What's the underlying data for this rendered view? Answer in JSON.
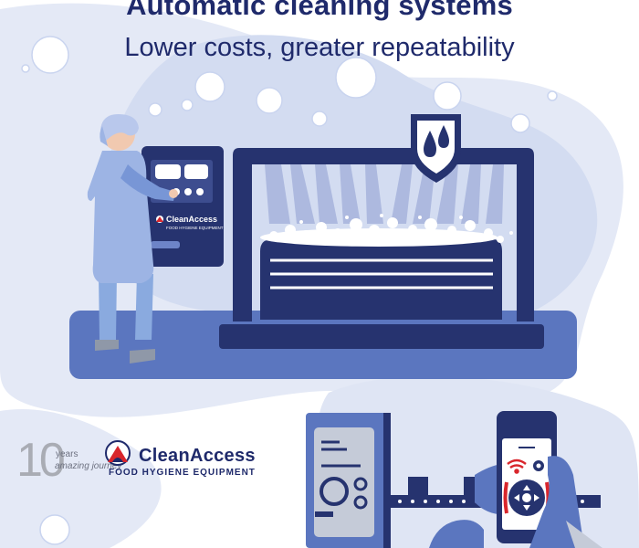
{
  "header": {
    "title": "Automatic cleaning systems",
    "subtitle": "Lower costs, greater repeatability"
  },
  "machine_panel": {
    "brand": "CleanAccess",
    "tagline": "FOOD HYGIENE EQUIPMENT"
  },
  "anniversary_badge": {
    "number": "10",
    "line1": "years",
    "line2": "amazing journey"
  },
  "logo": {
    "brand": "CleanAccess",
    "tagline": "FOOD HYGIENE EQUIPMENT"
  },
  "colors": {
    "navy": "#1f2a6b",
    "machine": "#26336f",
    "light_blue": "#c9d4ef",
    "mid_blue": "#5b76bf",
    "red": "#d9262c"
  },
  "icons": [
    "water-drops-shield-icon",
    "wifi-icon",
    "gear-icon",
    "dpad-icon"
  ]
}
